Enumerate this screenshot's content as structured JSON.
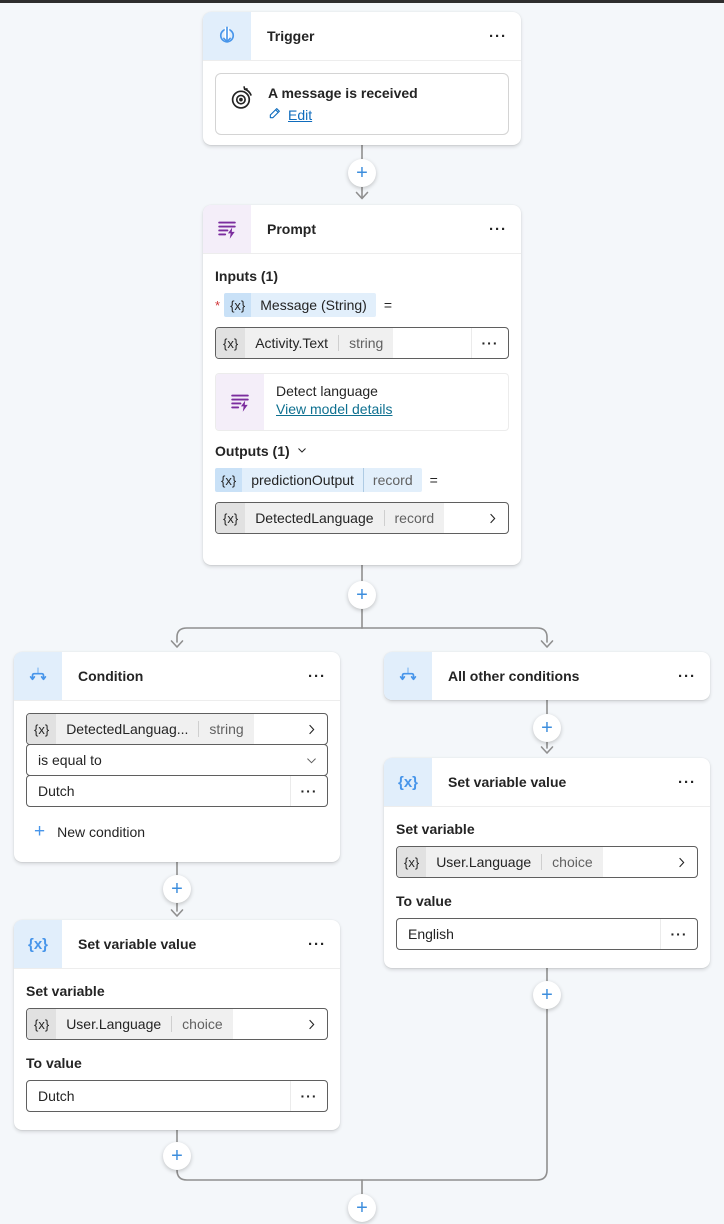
{
  "icons": {
    "more": "···",
    "plus": "+",
    "fx": "{x}",
    "equals": "=",
    "required": "*"
  },
  "trigger": {
    "title": "Trigger",
    "event": {
      "title": "A message is received",
      "edit": "Edit"
    }
  },
  "prompt": {
    "title": "Prompt",
    "inputs_label": "Inputs (1)",
    "message_token": {
      "name": "Message (String)"
    },
    "activity_field": {
      "name": "Activity.Text",
      "type": "string"
    },
    "model": {
      "name": "Detect language",
      "link": "View model details"
    },
    "outputs_label": "Outputs (1)",
    "prediction_token": {
      "name": "predictionOutput",
      "type": "record"
    },
    "detected_field": {
      "name": "DetectedLanguage",
      "type": "record"
    }
  },
  "condition": {
    "title": "Condition",
    "field": {
      "name": "DetectedLanguag...",
      "type": "string"
    },
    "operator": "is equal to",
    "value": "Dutch",
    "new_condition": "New condition"
  },
  "all_other_conditions": {
    "title": "All other conditions"
  },
  "set_variable_left": {
    "title": "Set variable value",
    "set_label": "Set variable",
    "variable": {
      "name": "User.Language",
      "type": "choice"
    },
    "to_label": "To value",
    "value": "Dutch"
  },
  "set_variable_right": {
    "title": "Set variable value",
    "set_label": "Set variable",
    "variable": {
      "name": "User.Language",
      "type": "choice"
    },
    "to_label": "To value",
    "value": "English"
  }
}
